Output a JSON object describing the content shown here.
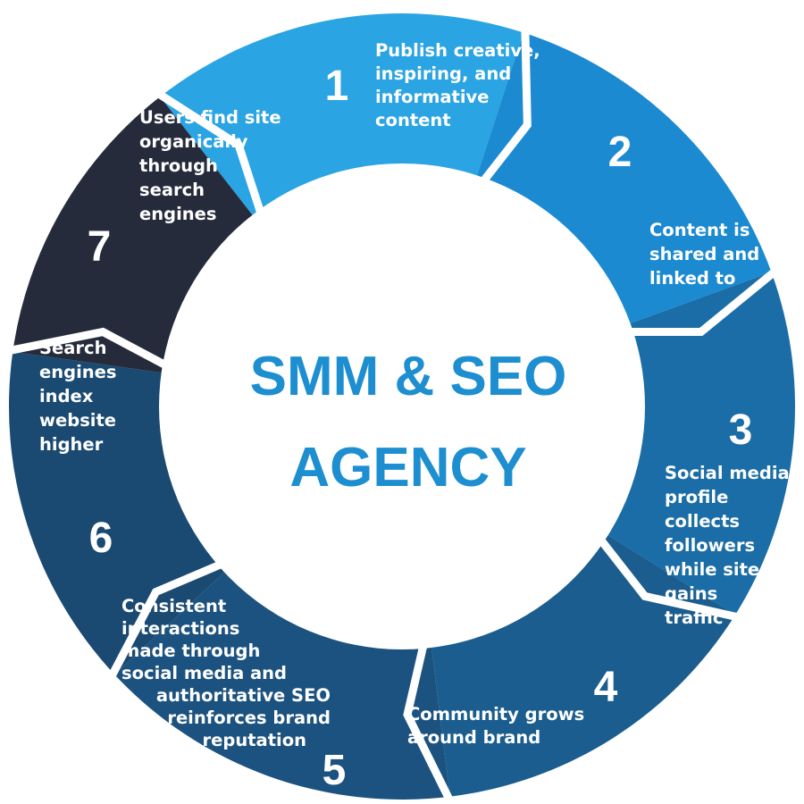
{
  "center": {
    "title_line1": "SMM & SEO",
    "title_line2": "AGENCY"
  },
  "colors": {
    "title": "#1d8fd0",
    "seg1": "#2ba4e3",
    "seg2": "#1b8ad0",
    "seg3": "#1a6da6",
    "seg4": "#1a5d8e",
    "seg5": "#1c527f",
    "seg6": "#1a4a72",
    "seg7": "#262b3b"
  },
  "steps": [
    {
      "number": "1",
      "lines": [
        "Publish creative,",
        "inspiring, and",
        "informative",
        "content"
      ]
    },
    {
      "number": "2",
      "lines": [
        "Content is",
        "shared and",
        "linked to"
      ]
    },
    {
      "number": "3",
      "lines": [
        "Social media",
        "profile",
        "collects",
        "followers",
        "while site",
        "gains",
        "traffic"
      ]
    },
    {
      "number": "4",
      "lines": [
        "Community grows",
        "around brand"
      ]
    },
    {
      "number": "5",
      "lines": [
        "Consistent",
        "interactions",
        "made through",
        "social media and",
        "authoritative SEO",
        "reinforces brand",
        "reputation"
      ]
    },
    {
      "number": "6",
      "lines": [
        "Search",
        "engines",
        "index",
        "website",
        "higher"
      ]
    },
    {
      "number": "7",
      "lines": [
        "Users find site",
        "organically",
        "through",
        "search",
        "engines"
      ]
    }
  ]
}
